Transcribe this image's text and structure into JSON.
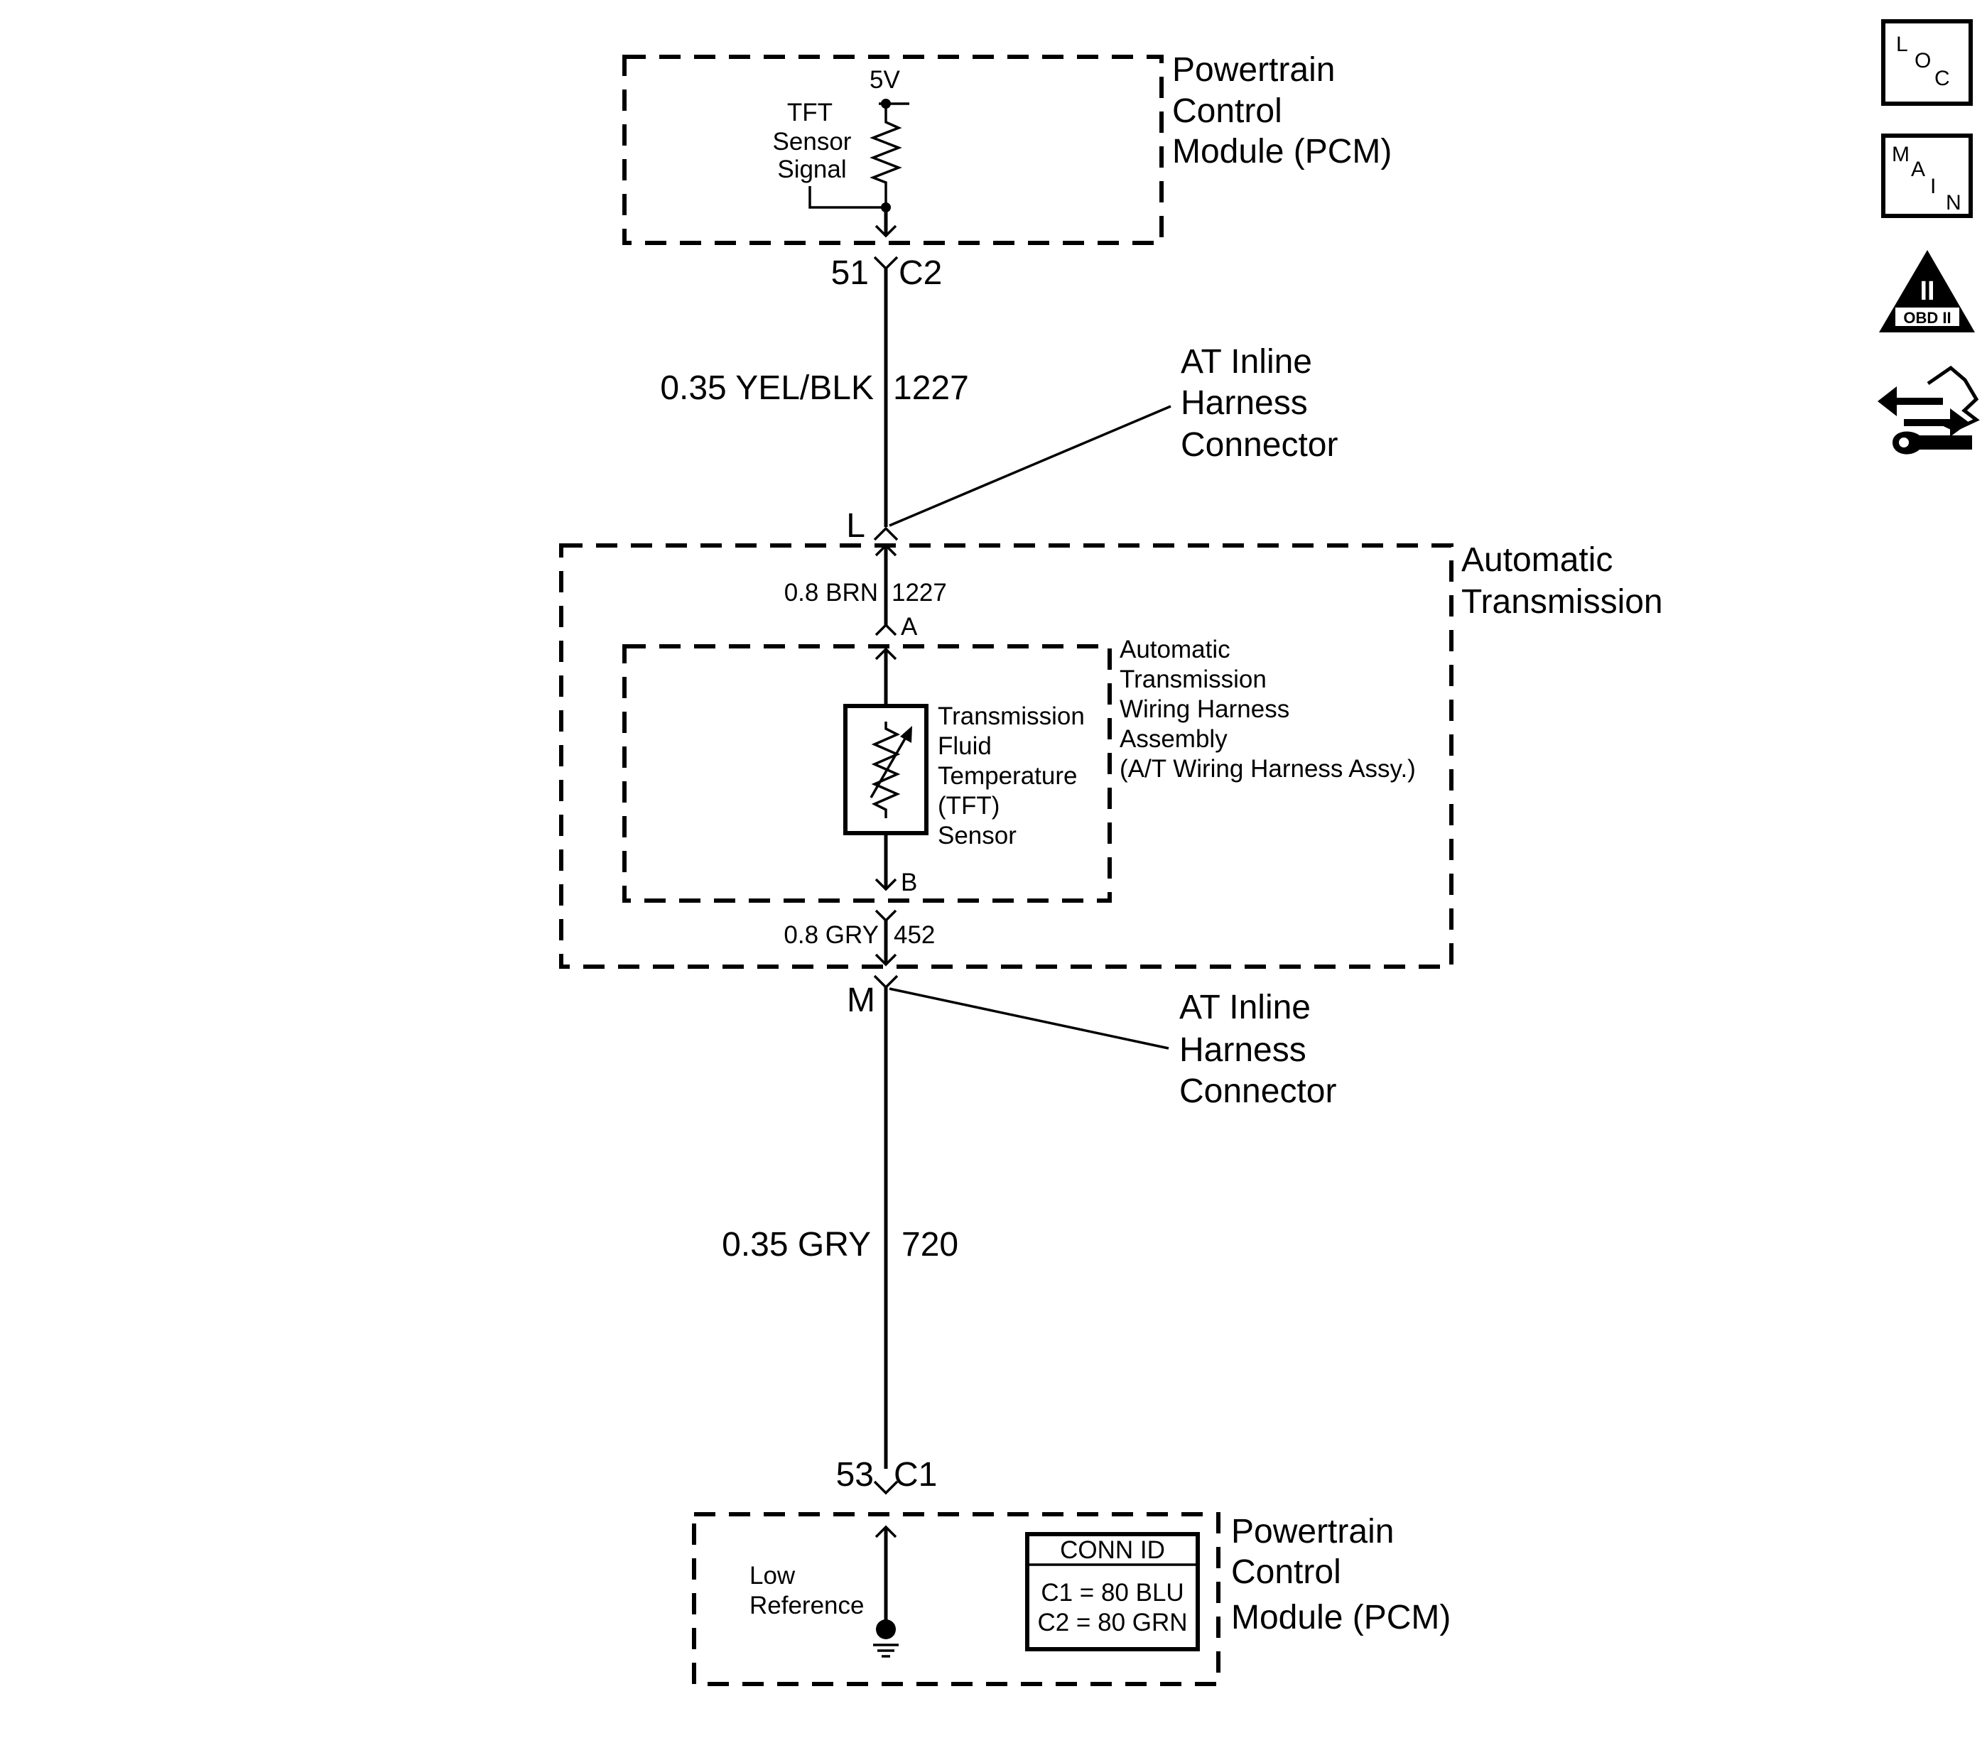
{
  "pcm_top": {
    "label": [
      "Powertrain",
      "Control",
      "Module (PCM)"
    ],
    "voltage": "5V",
    "signal_label": [
      "TFT",
      "Sensor",
      "Signal"
    ],
    "pin": "51",
    "connector": "C2"
  },
  "wire_upper": {
    "size_color": "0.35 YEL/BLK",
    "circuit": "1227"
  },
  "inline_connector_top": {
    "label": [
      "AT Inline",
      "Harness",
      "Connector"
    ],
    "pin": "L"
  },
  "automatic_transmission": {
    "label": [
      "Automatic",
      "Transmission"
    ],
    "wire_top": {
      "size_color": "0.8 BRN",
      "circuit": "1227"
    },
    "pin_a": "A",
    "pin_b": "B",
    "wire_bottom": {
      "size_color": "0.8 GRY",
      "circuit": "452"
    },
    "harness_label": [
      "Automatic",
      "Transmission",
      "Wiring Harness",
      "Assembly",
      "(A/T Wiring Harness Assy.)"
    ],
    "sensor_label": [
      "Transmission",
      "Fluid",
      "Temperature",
      "(TFT)",
      "Sensor"
    ]
  },
  "inline_connector_bottom": {
    "label": [
      "AT Inline",
      "Harness",
      "Connector"
    ],
    "pin": "M"
  },
  "wire_lower": {
    "size_color": "0.35 GRY",
    "circuit": "720"
  },
  "pcm_bottom": {
    "label": [
      "Powertrain",
      "Control",
      "Module (PCM)"
    ],
    "pin": "53",
    "connector": "C1",
    "ground_label": [
      "Low",
      "Reference"
    ],
    "conn_id": {
      "title": "CONN ID",
      "rows": [
        "C1 = 80 BLU",
        "C2 = 80 GRN"
      ]
    }
  },
  "side_icons": [
    {
      "name": "loc-icon",
      "letters": [
        "L",
        "O",
        "C"
      ]
    },
    {
      "name": "main-icon",
      "letters": [
        "M",
        "A",
        "I",
        "N"
      ]
    },
    {
      "name": "obd-ii-icon",
      "numeral": "II",
      "caption": "OBD II"
    },
    {
      "name": "tools-icon"
    }
  ]
}
